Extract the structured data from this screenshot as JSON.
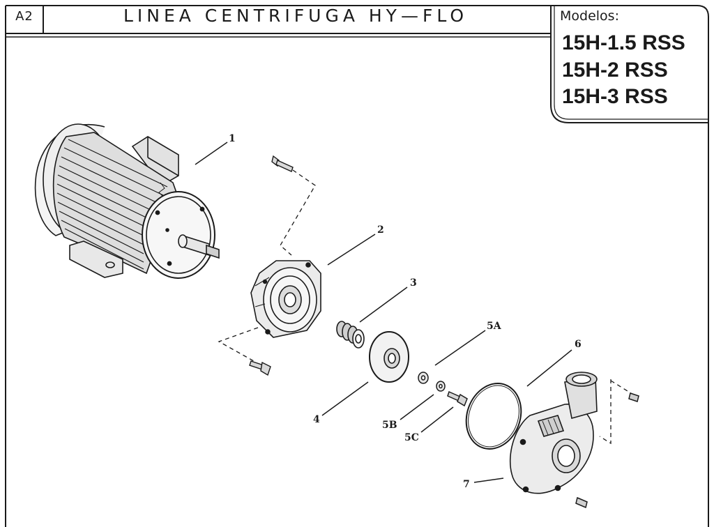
{
  "sheet": {
    "code": "A2",
    "title": "LINEA CENTRIFUGA HY—FLO"
  },
  "models": {
    "label": "Modelos:",
    "items": [
      "15H-1.5 RSS",
      "15H-2 RSS",
      "15H-3 RSS"
    ]
  },
  "callouts": {
    "motor": "1",
    "adapter": "2",
    "seal": "3",
    "impeller": "4",
    "washer_a": "5A",
    "washer_b": "5B",
    "washer_c": "5C",
    "oring": "6",
    "casing": "7"
  }
}
